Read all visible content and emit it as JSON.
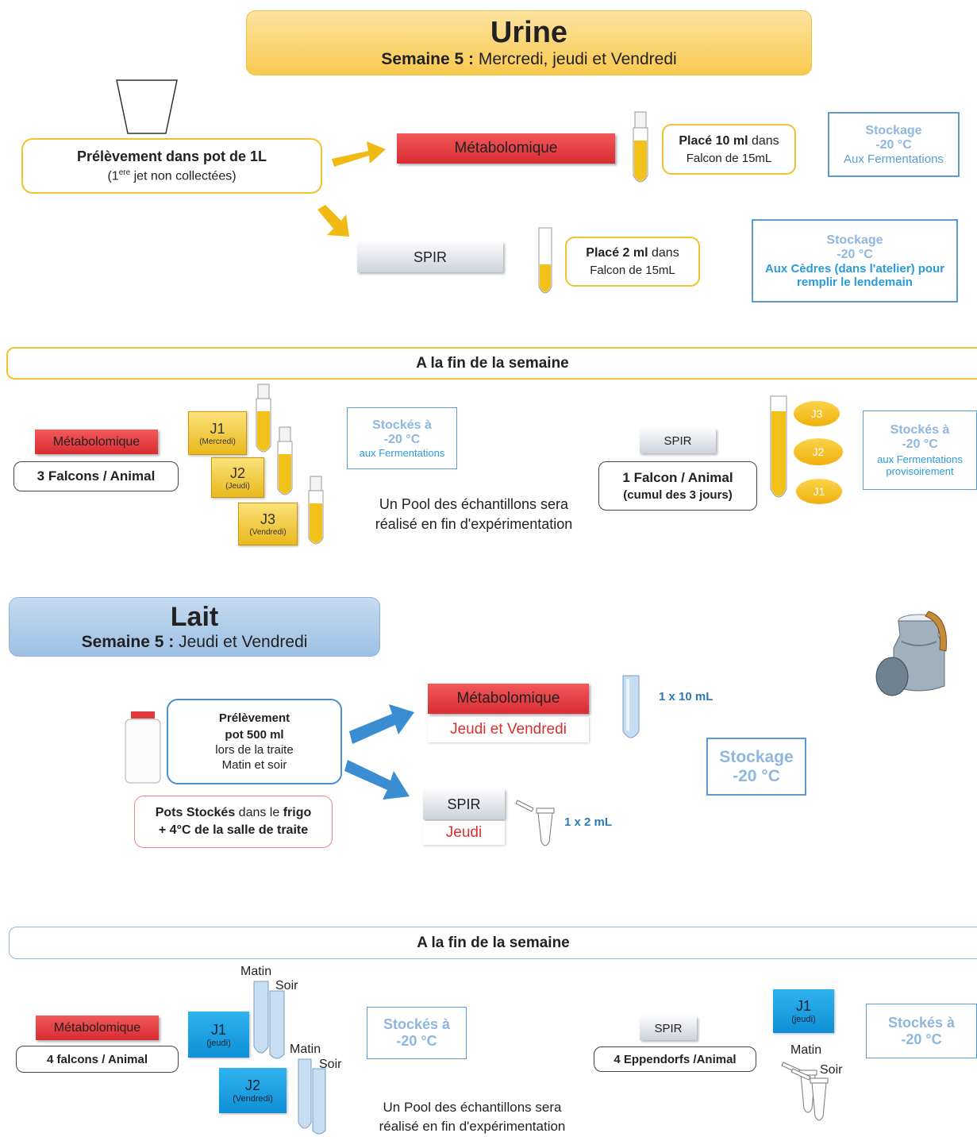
{
  "urine": {
    "title": "Urine",
    "week_label": "Semaine 5 ",
    "week_colon": " : ",
    "week_days": "Mercredi, jeudi et Vendredi",
    "collect_line1": "Prélèvement dans pot de 1L",
    "collect_line2_pre": "(1",
    "collect_line2_sup": "ere",
    "collect_line2_post": " jet non collectées)",
    "metabo_label": "Métabolomique",
    "spir_label": "SPIR",
    "place10_bold": "Placé 10 ml",
    "place10_rest": " dans",
    "place10_line2": "Falcon de 15mL",
    "place2_bold": "Placé 2 ml",
    "place2_rest": " dans",
    "place2_line2": "Falcon de 15mL",
    "stock1_title": "Stockage",
    "stock1_temp": "-20 °C",
    "stock1_place": "Aux Fermentations",
    "stock2_title": "Stockage",
    "stock2_temp": "-20 °C",
    "stock2_place": "Aux Cèdres (dans l'atelier) pour remplir le lendemain",
    "end_week": "A la fin de la semaine",
    "end_metabo": "Métabolomique",
    "end_falcons": "3 Falcons / Animal",
    "j1": "J1",
    "j1_day": "(Mercredi)",
    "j2": "J2",
    "j2_day": "(Jeudi)",
    "j3": "J3",
    "j3_day": "(Vendredi)",
    "stored_title": "Stockés à",
    "stored_temp": "-20 °C",
    "stored_place": "aux Fermentations",
    "pool_line1": "Un Pool des échantillons sera",
    "pool_line2": "réalisé en fin d'expérimentation",
    "end_spir": "SPIR",
    "end_spir_line1": "1 Falcon / Animal",
    "end_spir_line2": "(cumul des 3 jours)",
    "e_j3": "J3",
    "e_j2": "J2",
    "e_j1": "J1",
    "stored2_title": "Stockés à",
    "stored2_temp": "-20 °C",
    "stored2_line3": "aux Fermentations",
    "stored2_line4": "provisoirement"
  },
  "lait": {
    "title": "Lait",
    "week_label": "Semaine 5 : ",
    "week_days": "Jeudi et Vendredi",
    "collect_line1": "Prélèvement",
    "collect_line2": "pot 500 ml",
    "collect_line3": "lors de la traite",
    "collect_line4": "Matin et soir",
    "pots_bold1": "Pots Stockés",
    "pots_mid": " dans le ",
    "pots_bold2": "frigo",
    "pots_line2": "+ 4°C de la salle de traite",
    "metabo_label": "Métabolomique",
    "metabo_days": "Jeudi et Vendredi",
    "spir_label": "SPIR",
    "spir_days": "Jeudi",
    "vol10": "1 x 10 mL",
    "vol2": "1 x 2 mL",
    "stock_title": "Stockage",
    "stock_temp": "-20 °C",
    "end_week": "A la fin de la semaine",
    "end_metabo": "Métabolomique",
    "end_falcons": "4 falcons / Animal",
    "matin1": "Matin",
    "soir1": "Soir",
    "matin2": "Matin",
    "soir2": "Soir",
    "j1": "J1",
    "j1_day": "(jeudi)",
    "j2": "J2",
    "j2_day": "(Vendredi)",
    "stored_title": "Stockés à",
    "stored_temp": "-20 °C",
    "pool_line1": "Un Pool des échantillons sera",
    "pool_line2": "réalisé en fin d'expérimentation",
    "end_spir": "SPIR",
    "end_epp": "4 Eppendorfs /Animal",
    "r_j1": "J1",
    "r_j1_day": "(jeudi)",
    "r_matin": "Matin",
    "r_soir": "Soir",
    "stored2_title": "Stockés à",
    "stored2_temp": "-20 °C"
  },
  "colors": {
    "urine_banner": "#fcd77b",
    "lait_banner": "#a8c8e8",
    "metabo_red": "#e33a3e",
    "stock_blue": "#5b9bd5",
    "urine_yellow": "#f0b914",
    "arrow_blue": "#3a8dd0"
  },
  "icons": [
    "cup-icon",
    "falcon-tube-icon",
    "arrow-icon",
    "bottle-icon",
    "eppendorf-icon",
    "milk-can-icon"
  ]
}
